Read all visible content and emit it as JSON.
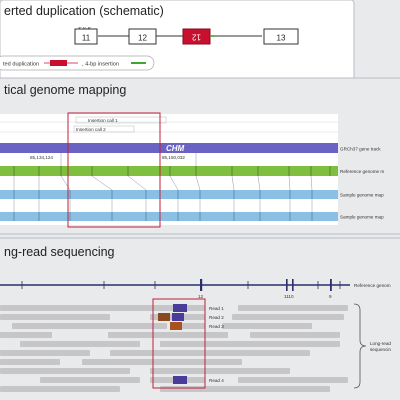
{
  "panels": {
    "top": {
      "title": "erted duplication (schematic)",
      "orientation": "3' to 5'",
      "exons": [
        "11",
        "12",
        "12",
        "13"
      ],
      "legend": {
        "dup_label": "ted duplication",
        "ins_label": ", 4-bp insertion"
      }
    },
    "mid": {
      "title": "tical genome mapping",
      "insertion_call_1": "Insertion call 1",
      "insertion_call_2": "Insertion call 2",
      "gene_symbol": "CHM",
      "coord_left": "85,134,124",
      "coord_right": "85,150,032",
      "tracks": [
        "GRCh37 gene track",
        "Reference genome m",
        "Sample genome map",
        "Sample genome map"
      ]
    },
    "bottom": {
      "title": "ng-read sequencing",
      "ref_label": "Reference genom",
      "exon_ticks": [
        "12",
        "1110",
        "9"
      ],
      "reads": [
        "Read 1",
        "Read 2",
        "Read 3",
        "Read 4"
      ],
      "group_label_1": "Long-read",
      "group_label_2": "sequencin"
    }
  },
  "colors": {
    "background": "#e9eaec",
    "panel": "#ffffff",
    "dup_red": "#c8102e",
    "insertion_green": "#3fa535",
    "gene_track": "#6b63c4",
    "reference_map": "#7fbf3f",
    "sample_map": "#8bbfe3",
    "read_gray": "#c6c6c8",
    "highlight_box": "#c0203a",
    "ref_navy": "#27306b"
  }
}
